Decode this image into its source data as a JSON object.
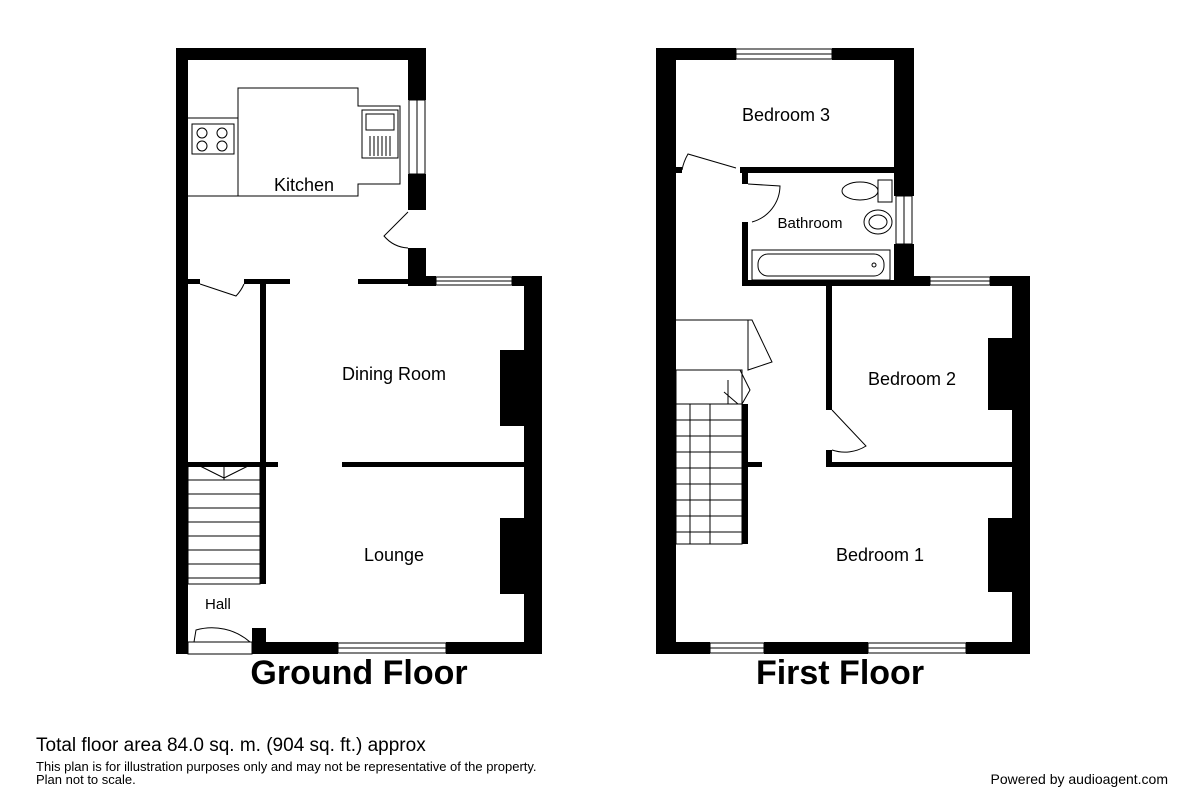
{
  "ground_floor": {
    "label": "Ground Floor",
    "rooms": {
      "kitchen": "Kitchen",
      "dining_room": "Dining Room",
      "lounge": "Lounge",
      "hall": "Hall"
    }
  },
  "first_floor": {
    "label": "First Floor",
    "rooms": {
      "bedroom_3": "Bedroom 3",
      "bathroom": "Bathroom",
      "bedroom_2": "Bedroom 2",
      "bedroom_1": "Bedroom 1"
    }
  },
  "footer": {
    "total_area": "Total floor area 84.0 sq. m. (904 sq. ft.) approx",
    "disclaimer_line1": "This plan is for illustration purposes only and may not be representative of the property.",
    "disclaimer_line2": "Plan not to scale.",
    "powered_by": "Powered by audioagent.com"
  }
}
